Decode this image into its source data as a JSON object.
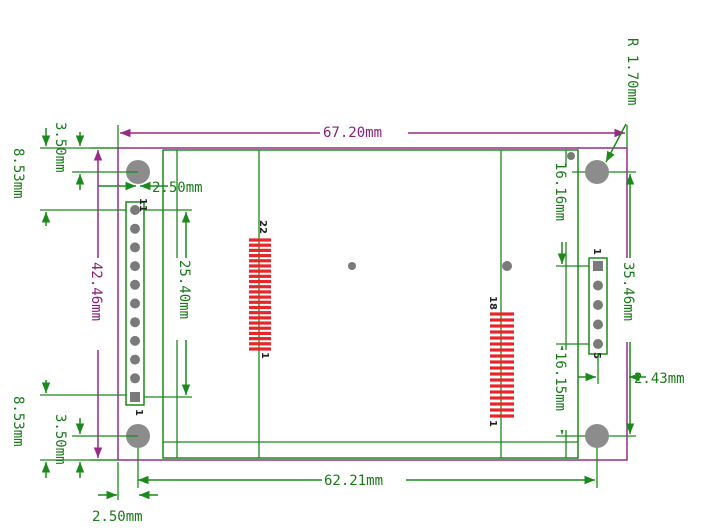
{
  "colors": {
    "board_outline": "#9a2a8a",
    "display_outline": "#1a8a1a",
    "dimension_text": "#1a7a1a",
    "hole_fill": "#8c8c8c",
    "connector_fill": "#e8262a",
    "pin_fill": "#7a7a7a"
  },
  "dimensions": {
    "board_width": "67.20mm",
    "display_width": "62.21mm",
    "board_height": "42.46mm",
    "header_span": "25.40mm",
    "right_hole_span": "35.46mm",
    "hole_radius": "R 1.70mm",
    "top_hole_offset_x": "2.50mm",
    "bottom_hole_offset_x": "2.50mm",
    "top_edge_offset": "3.50mm",
    "bottom_edge_offset": "3.50mm",
    "top_header_offset": "8.53mm",
    "bottom_header_offset": "8.53mm",
    "right_top_offset": "16.16mm",
    "right_bottom_offset": "16.15mm",
    "right_header_offset": "2.43mm"
  },
  "pin_labels": {
    "left_header_top": "11",
    "left_header_bottom": "1",
    "fpc_left_top": "22",
    "fpc_left_bottom": "1",
    "fpc_right_top": "18",
    "fpc_right_bottom": "1",
    "right_header_top": "1",
    "right_header_bottom": "5"
  },
  "left_header": {
    "pin_count": 11
  },
  "right_header": {
    "pin_count": 5
  },
  "fpc_left": {
    "pin_count": 22
  },
  "fpc_right": {
    "pin_count": 18
  }
}
